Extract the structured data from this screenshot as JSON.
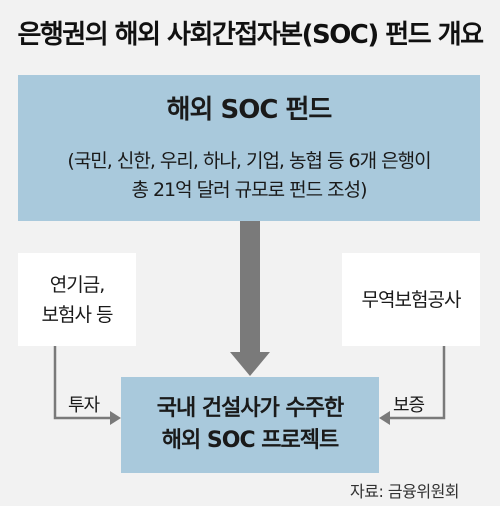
{
  "title": "은행권의 해외 사회간접자본(SOC) 펀드 개요",
  "fund": {
    "title": "해외 SOC 펀드",
    "description": "(국민, 신한, 우리, 하나, 기업, 농협 등 6개 은행이\n총 21억 달러 규모로 펀드 조성)"
  },
  "left_box": {
    "text": "연기금,\n보험사 등"
  },
  "right_box": {
    "text": "무역보험공사"
  },
  "project": {
    "text": "국내 건설사가 수주한\n해외 SOC 프로젝트"
  },
  "labels": {
    "invest": "투자",
    "guarantee": "보증"
  },
  "source": "자료: 금융위원회",
  "colors": {
    "box_fill": "#a9c9dc",
    "arrow": "#7a7a7a",
    "background": "#f2f2f2"
  }
}
